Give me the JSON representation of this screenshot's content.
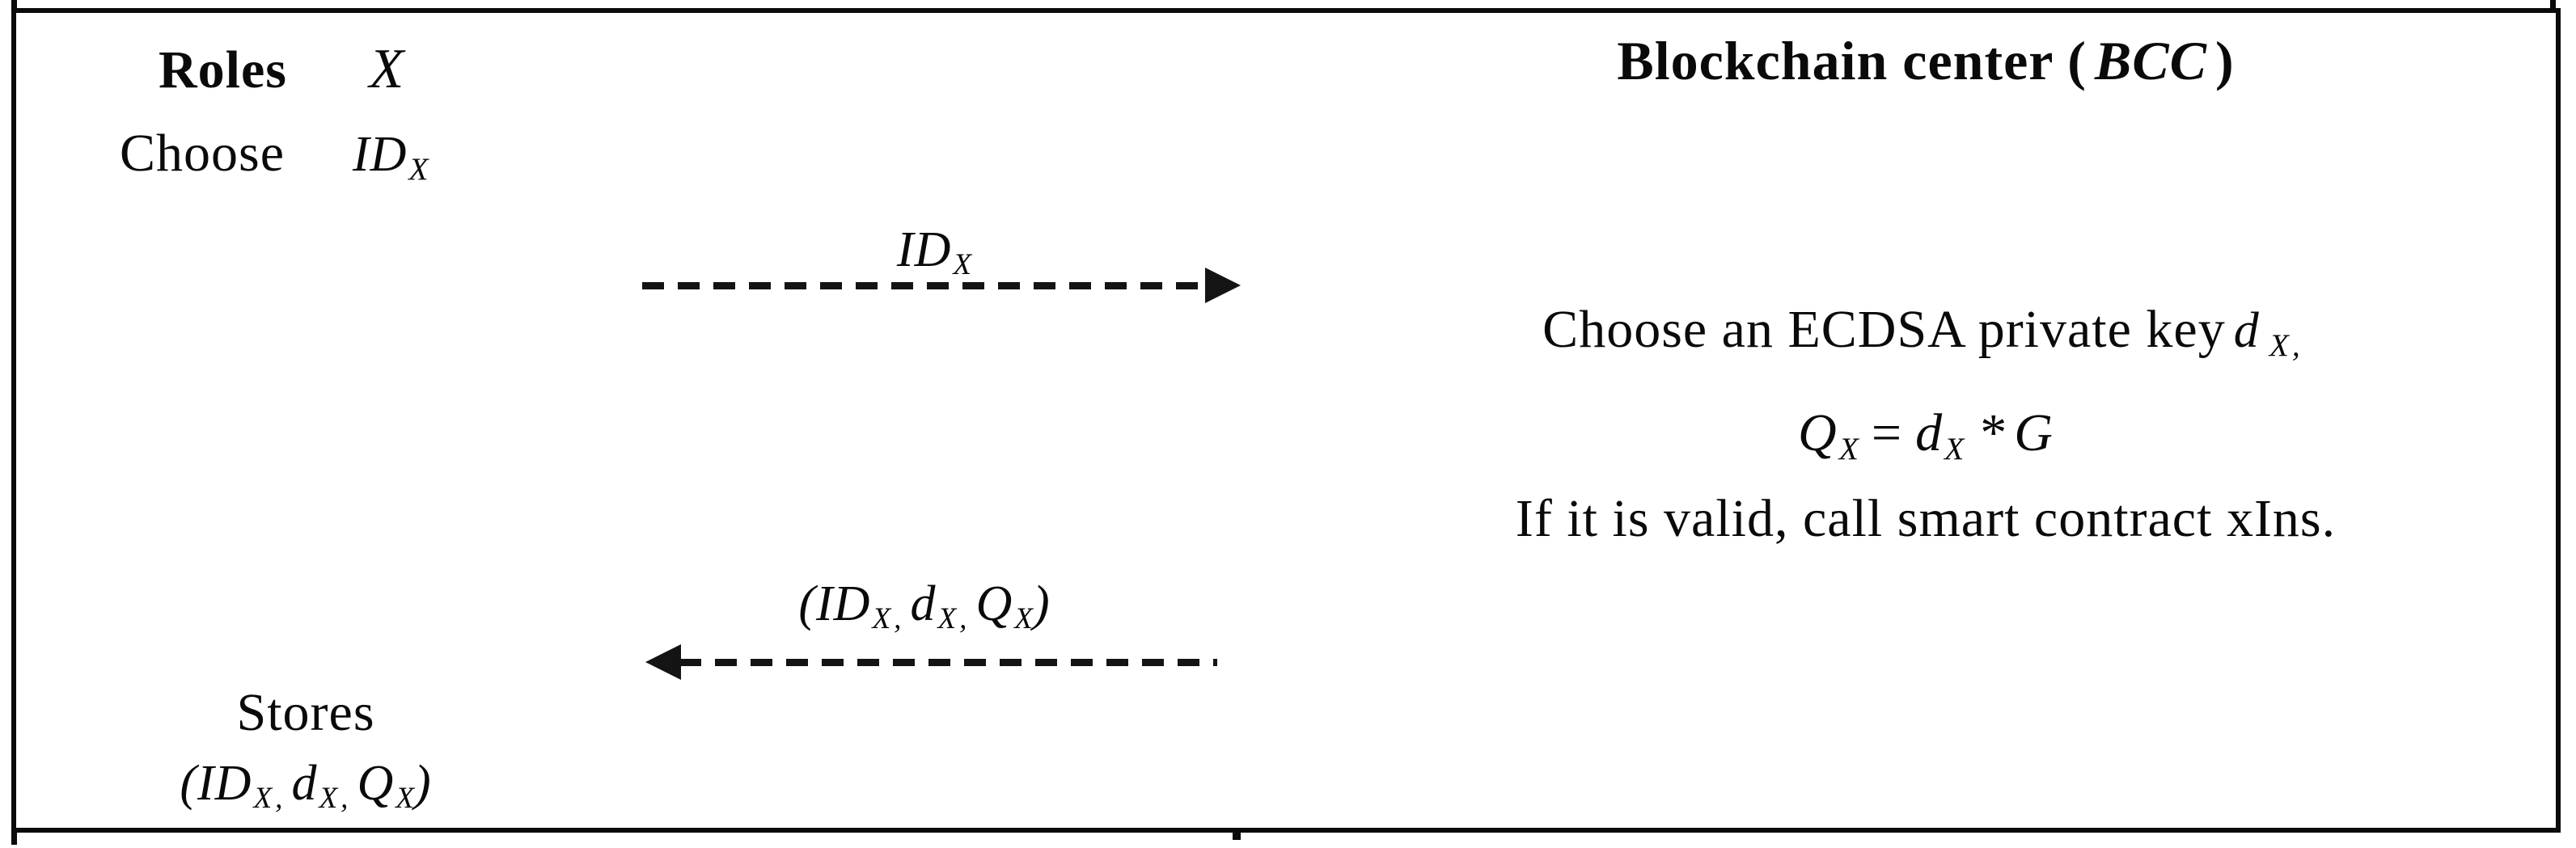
{
  "figure": {
    "kind": "protocol-sequence-diagram",
    "colors": {
      "background": "#ffffff",
      "ink": "#0a0a0a",
      "border": "#0b0b0b"
    }
  },
  "left_actor": {
    "title": "Roles",
    "title_var": "X",
    "choose_label": "Choose",
    "stores_label": "Stores"
  },
  "right_actor": {
    "title_prefix": "Blockchain center (",
    "title_var": "BCC",
    "title_suffix": ")",
    "step_line1_prefix": "Choose an ECDSA private key",
    "step_line1_suffix": ",",
    "step_line3": "If it is valid, call smart contract xIns."
  },
  "math": {
    "id": "ID",
    "d": "d",
    "q": "Q",
    "g": "G",
    "sub": "X",
    "eq": "=",
    "star": "*",
    "open": "(",
    "comma": ",",
    "close": ")"
  }
}
